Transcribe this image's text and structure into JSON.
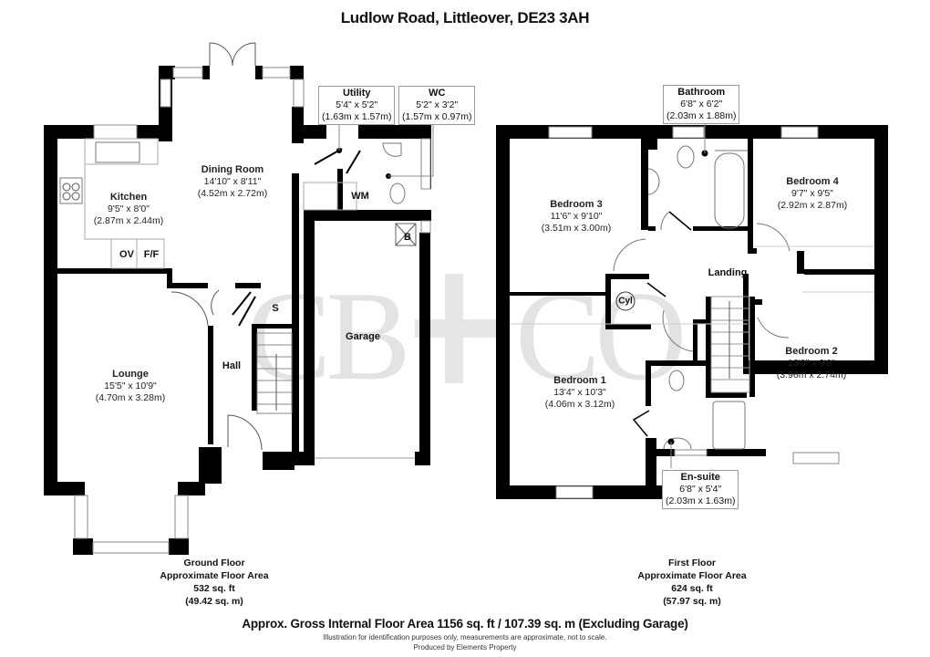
{
  "title": "Ludlow Road, Littleover, DE23 3AH",
  "watermark": {
    "left": "CB",
    "right": "CO",
    "plus": "+"
  },
  "ground_floor": {
    "rooms": [
      {
        "id": "kitchen",
        "name": "Kitchen",
        "imperial": "9'5\" x 8'0\"",
        "metric": "(2.87m x 2.44m)"
      },
      {
        "id": "dining",
        "name": "Dining Room",
        "imperial": "14'10\" x 8'11\"",
        "metric": "(4.52m x 2.72m)"
      },
      {
        "id": "utility",
        "name": "Utility",
        "imperial": "5'4\" x 5'2\"",
        "metric": "(1.63m x 1.57m)"
      },
      {
        "id": "wc",
        "name": "WC",
        "imperial": "5'2\" x 3'2\"",
        "metric": "(1.57m x 0.97m)"
      },
      {
        "id": "lounge",
        "name": "Lounge",
        "imperial": "15'5\" x 10'9\"",
        "metric": "(4.70m x 3.28m)"
      },
      {
        "id": "hall",
        "name": "Hall"
      },
      {
        "id": "garage",
        "name": "Garage"
      }
    ],
    "fixtures": {
      "oven": "OV",
      "fridge_freezer": "F/F",
      "washing_machine": "WM",
      "boiler": "B",
      "storage": "S"
    },
    "area": {
      "label": "Ground Floor",
      "sub": "Approximate Floor Area",
      "sqft": "532 sq. ft",
      "sqm": "(49.42 sq. m)"
    }
  },
  "first_floor": {
    "rooms": [
      {
        "id": "bathroom",
        "name": "Bathroom",
        "imperial": "6'8\" x 6'2\"",
        "metric": "(2.03m x 1.88m)"
      },
      {
        "id": "bedroom3",
        "name": "Bedroom 3",
        "imperial": "11'6\" x 9'10\"",
        "metric": "(3.51m x 3.00m)"
      },
      {
        "id": "bedroom4",
        "name": "Bedroom 4",
        "imperial": "9'7\" x 9'5\"",
        "metric": "(2.92m x 2.87m)"
      },
      {
        "id": "landing",
        "name": "Landing"
      },
      {
        "id": "bedroom1",
        "name": "Bedroom 1",
        "imperial": "13'4\" x 10'3\"",
        "metric": "(4.06m x 3.12m)"
      },
      {
        "id": "bedroom2",
        "name": "Bedroom 2",
        "imperial": "13'0\" x 9'0\"",
        "metric": "(3.96m x 2.74m)"
      },
      {
        "id": "ensuite",
        "name": "En-suite",
        "imperial": "6'8\" x 5'4\"",
        "metric": "(2.03m x 1.63m)"
      }
    ],
    "fixtures": {
      "cylinder": "Cyl"
    },
    "area": {
      "label": "First Floor",
      "sub": "Approximate Floor Area",
      "sqft": "624 sq. ft",
      "sqm": "(57.97 sq. m)"
    }
  },
  "footer": {
    "gross": "Approx. Gross Internal Floor Area 1156 sq. ft / 107.39 sq. m (Excluding Garage)",
    "disclaimer": "Illustration for identification purposes only, measurements are approximate, not to scale.",
    "producer": "Produced by Elements Property"
  }
}
